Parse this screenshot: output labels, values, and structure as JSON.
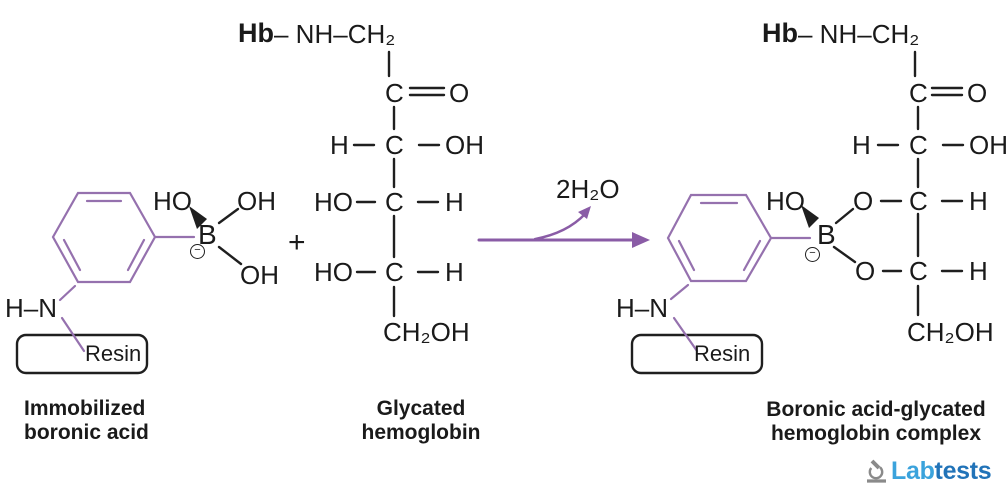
{
  "colors": {
    "bond_black": "#1f1f1f",
    "ring_purple": "#9571AE",
    "arrow_purple": "#8A5CA6",
    "logo_lab_blue": "#3BA3DC",
    "logo_tests_blue": "#2173B8",
    "logo_icon_gray": "#8a8a8a"
  },
  "atoms": {
    "hb": "Hb",
    "backbone": "– NH–CH₂",
    "c": "C",
    "o": "O",
    "h": "H",
    "oh": "OH",
    "ho": "HO",
    "b": "B",
    "ch2oh": "CH₂OH",
    "hn": "H–N",
    "minus": "−"
  },
  "labels": {
    "resin": "Resin",
    "plus": "+",
    "water": "2H₂O",
    "left_caption": "Immobilized\nboronic acid",
    "middle_caption": "Glycated\nhemoglobin",
    "right_caption": "Boronic acid-glycated\nhemoglobin complex"
  },
  "logo": {
    "lab": "Lab",
    "tests": "tests"
  }
}
